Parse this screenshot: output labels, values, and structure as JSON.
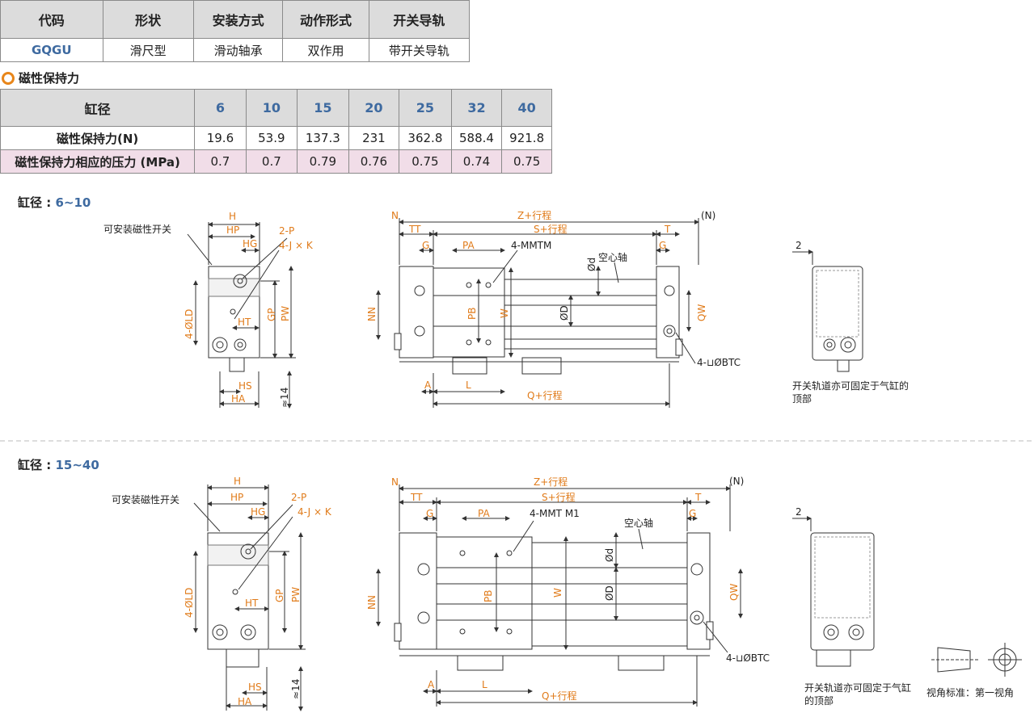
{
  "spec_table": {
    "headers": [
      "代码",
      "形状",
      "安装方式",
      "动作形式",
      "开关导轨"
    ],
    "row": [
      "GQGU",
      "滑尺型",
      "滑动轴承",
      "双作用",
      "带开关导轨"
    ]
  },
  "magnetic_section_title": "磁性保持力",
  "magnetic_table": {
    "header_label": "缸径",
    "bores": [
      "6",
      "10",
      "15",
      "20",
      "25",
      "32",
      "40"
    ],
    "rows": [
      {
        "label": "磁性保持力(N)",
        "values": [
          "19.6",
          "53.9",
          "137.3",
          "231",
          "362.8",
          "588.4",
          "921.8"
        ]
      },
      {
        "label": "磁性保持力相应的压力 (MPa)",
        "values": [
          "0.7",
          "0.7",
          "0.79",
          "0.76",
          "0.75",
          "0.74",
          "0.75"
        ]
      }
    ]
  },
  "sections": [
    {
      "label": "缸径 : ",
      "value": "6~10"
    },
    {
      "label": "缸径 : ",
      "value": "15~40"
    }
  ],
  "drawing_top": {
    "side": {
      "switch_note": "可安装磁性开关",
      "H": "H",
      "HP": "HP",
      "HG": "HG",
      "P": "2-P",
      "JK": "4-J × K",
      "LD": "4-ØLD",
      "GP": "GP",
      "PW": "PW",
      "HT": "HT",
      "HS": "HS",
      "HA": "HA",
      "approx": "≈14"
    },
    "front": {
      "N": "N",
      "Z": "Z+行程",
      "N2": "(N)",
      "TT": "TT",
      "S": "S+行程",
      "T": "T",
      "G": "G",
      "PA": "PA",
      "MM": "4-MMTM",
      "hollow": "空心轴",
      "d": "Ød",
      "D": "ØD",
      "PB": "PB",
      "W": "W",
      "NN": "NN",
      "QW": "QW",
      "BTC": "4-⊔ØBTC",
      "A": "A",
      "L": "L",
      "Q": "Q+行程"
    },
    "end": {
      "two": "2",
      "note": "开关轨道亦可固定于气缸的顶部"
    }
  },
  "drawing_bottom": {
    "side": {
      "switch_note": "可安装磁性开关",
      "H": "H",
      "HP": "HP",
      "HG": "HG",
      "P": "2-P",
      "JK": "4-J × K",
      "LD": "4-ØLD",
      "GP": "GP",
      "PW": "PW",
      "HT": "HT",
      "HS": "HS",
      "HA": "HA",
      "approx": "≈14"
    },
    "front": {
      "N": "N",
      "Z": "Z+行程",
      "N2": "(N)",
      "TT": "TT",
      "S": "S+行程",
      "T": "T",
      "G": "G",
      "PA": "PA",
      "MM": "4-MMT M1",
      "hollow": "空心轴",
      "d": "Ød",
      "D": "ØD",
      "PB": "PB",
      "W": "W",
      "NN": "NN",
      "QW": "QW",
      "BTC": "4-⊔ØBTC",
      "A": "A",
      "L": "L",
      "Q": "Q+行程"
    },
    "end": {
      "two": "2",
      "note": "开关轨道亦可固定于气缸的顶部"
    },
    "projection": "视角标准：第一视角"
  },
  "colors": {
    "dimension": "#e07b1a",
    "bore_header": "#3e6aa0",
    "header_bg": "#dcdcdc",
    "pink_row": "#f1dde8"
  }
}
